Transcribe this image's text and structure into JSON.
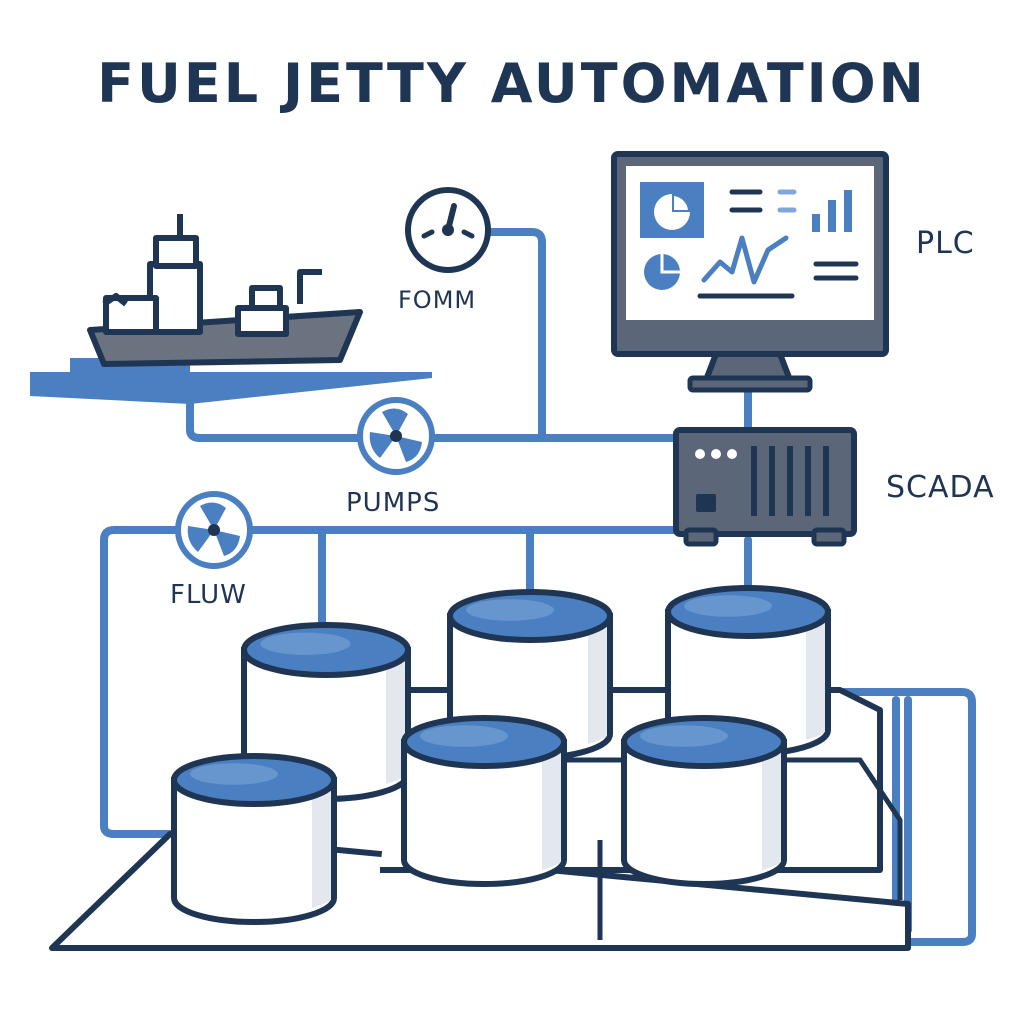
{
  "title": "FUEL JETTY AUTOMATION",
  "labels": {
    "plc": "PLC",
    "scada": "SCADA",
    "fomm": "FOMM",
    "pumps": "PUMPS",
    "fluw": "FLUW"
  },
  "colors": {
    "outline": "#1f3554",
    "pipe": "#4a7fc1",
    "tank_top": "#4a7fc1",
    "tank_top_highlight": "#7fa7d9",
    "tank_body": "#ffffff",
    "tank_shadow": "#e3e7ee",
    "hull": "#6b7280",
    "device": "#5b6678",
    "screen": "#ffffff"
  },
  "icons": {
    "ship": "ship-icon",
    "monitor": "monitor-icon",
    "scada_unit": "server-icon",
    "gauge": "gauge-icon",
    "pump": "fan-icon",
    "flow": "fan-icon",
    "tank": "tank-icon"
  }
}
